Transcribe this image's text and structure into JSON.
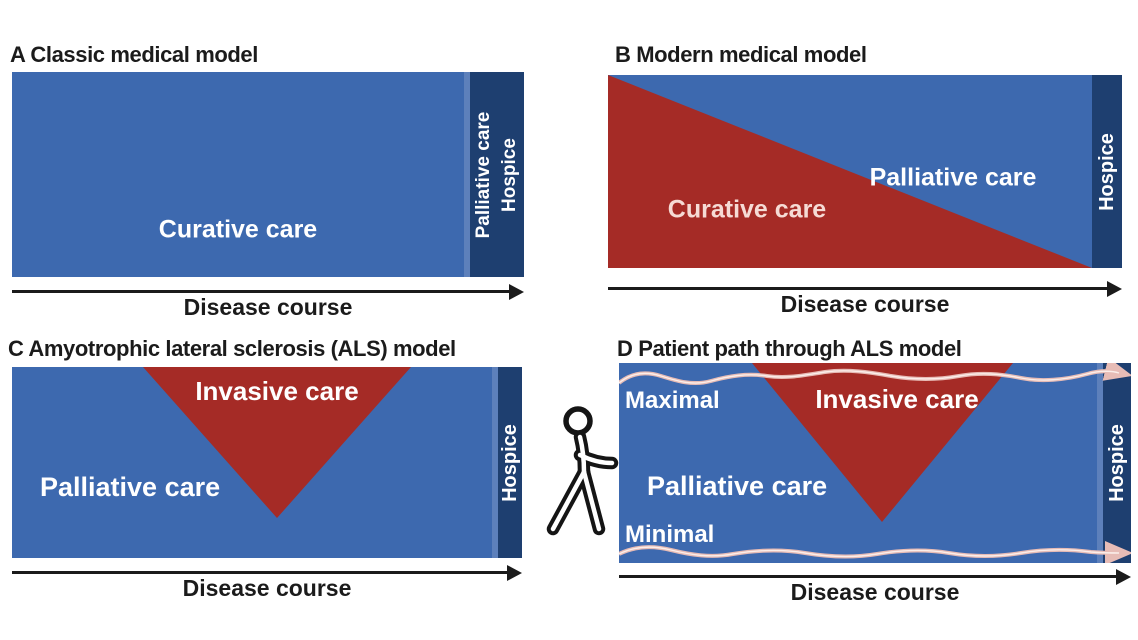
{
  "colors": {
    "blue": "#3d69af",
    "navy": "#1e3f70",
    "navy_edge": "#5d80bb",
    "red": "#a52b26",
    "wave_pink": "#e7bcb6",
    "wave_core": "#fbeeea",
    "text_pink": "#f6dbd5",
    "text_white": "#ffffff",
    "ink": "#1b1b1b"
  },
  "panel_a": {
    "title": "A Classic medical model",
    "curative_label": "Curative care",
    "strip_line1": "Palliative care",
    "strip_line2": "Hospice",
    "axis_label": "Disease course"
  },
  "panel_b": {
    "title": "B Modern medical model",
    "palliative_label": "Palliative care",
    "curative_label": "Curative care",
    "hospice_label": "Hospice",
    "axis_label": "Disease course"
  },
  "panel_c": {
    "title": "C Amyotrophic lateral sclerosis (ALS) model",
    "invasive_label": "Invasive care",
    "palliative_label": "Palliative care",
    "hospice_label": "Hospice",
    "axis_label": "Disease course"
  },
  "panel_d": {
    "title": "D Patient path through ALS model",
    "invasive_label": "Invasive care",
    "palliative_label": "Palliative care",
    "maximal_label": "Maximal",
    "minimal_label": "Minimal",
    "hospice_label": "Hospice",
    "axis_label": "Disease course",
    "icons": {
      "patient": "walking-person-icon"
    }
  }
}
